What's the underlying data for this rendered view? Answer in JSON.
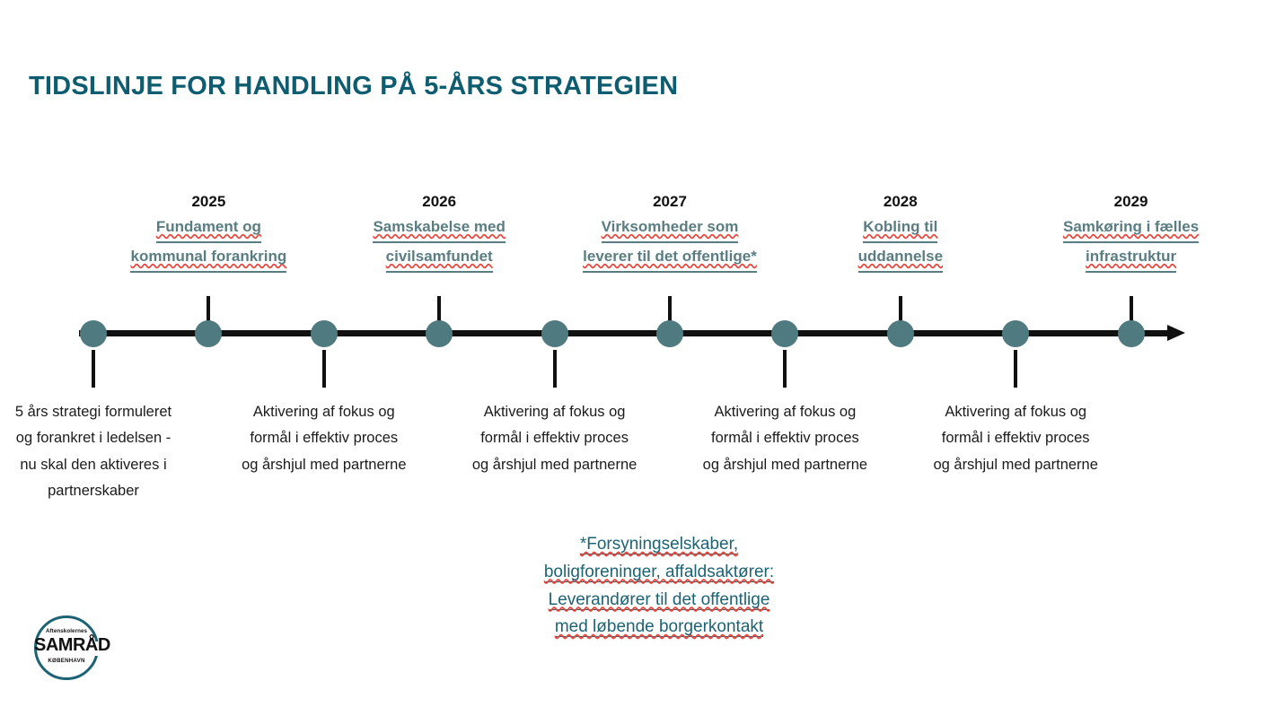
{
  "title": "TIDSLINJE FOR HANDLING PÅ 5-ÅRS STRATEGIEN",
  "colors": {
    "title": "#0D5C70",
    "node": "#4F7B80",
    "axis": "#111111",
    "year_caption": "#5A7D82",
    "footnote": "#1C6374",
    "spellcheck": "#E8443A",
    "background": "#ffffff"
  },
  "timeline": {
    "node_count": 10,
    "axis_direction": "left-to-right-arrow",
    "years": [
      {
        "node_index": 1,
        "year": "2025",
        "caption_line1": "Fundament og",
        "caption_line2": "kommunal forankring"
      },
      {
        "node_index": 3,
        "year": "2026",
        "caption_line1": "Samskabelse med",
        "caption_line2": "civilsamfundet"
      },
      {
        "node_index": 5,
        "year": "2027",
        "caption_line1": "Virksomheder som",
        "caption_line2": "leverer til det offentlige*"
      },
      {
        "node_index": 7,
        "year": "2028",
        "caption_line1": "Kobling til",
        "caption_line2": "uddannelse"
      },
      {
        "node_index": 9,
        "year": "2029",
        "caption_line1": "Samkøring i fælles",
        "caption_line2": "infrastruktur"
      }
    ],
    "descriptions": [
      {
        "node_index": 0,
        "text": "5 års strategi formuleret og forankret i ledelsen - nu skal den aktiveres i partnerskaber"
      },
      {
        "node_index": 2,
        "text": "Aktivering af fokus og formål i effektiv proces og årshjul med partnerne"
      },
      {
        "node_index": 4,
        "text": "Aktivering af fokus og formål i effektiv proces og årshjul med partnerne"
      },
      {
        "node_index": 6,
        "text": "Aktivering af fokus og formål i effektiv proces og årshjul med partnerne"
      },
      {
        "node_index": 8,
        "text": "Aktivering af fokus og formål i effektiv proces og årshjul med partnerne"
      }
    ]
  },
  "footnote": {
    "line1": "*Forsyningselskaber,",
    "line2": "boligforeninger, affaldsaktører:",
    "line3": "Leverandører til det offentlige",
    "line4": "med løbende borgerkontakt"
  },
  "logo": {
    "top_text": "Aftenskolernes",
    "main_text": "SAMRÅD",
    "bottom_text": "KØBENHAVN"
  }
}
